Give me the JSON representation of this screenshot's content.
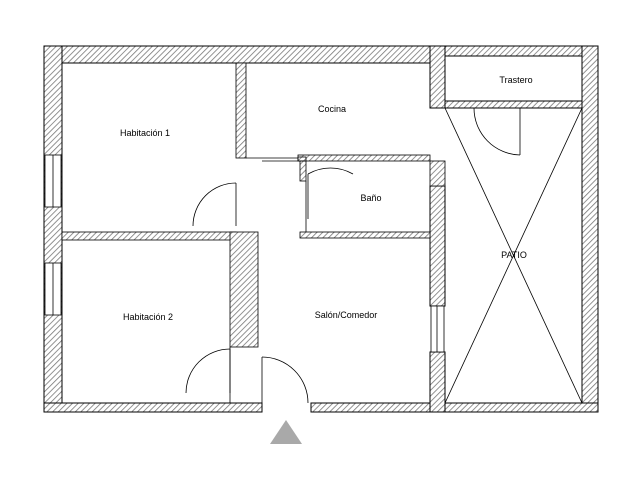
{
  "floorplan": {
    "rooms": {
      "bedroom1": "Habitación 1",
      "bedroom2": "Habitación 2",
      "kitchen": "Cocina",
      "bathroom": "Baño",
      "living": "Salón/Comedor",
      "storage": "Trastero",
      "patio": "PATIO"
    },
    "colors": {
      "wall_hatch": "#888888",
      "wall_outline": "#000000",
      "entrance_marker": "#a9a9a9",
      "background": "#ffffff"
    },
    "icons": {
      "entrance": "triangle-up"
    }
  }
}
